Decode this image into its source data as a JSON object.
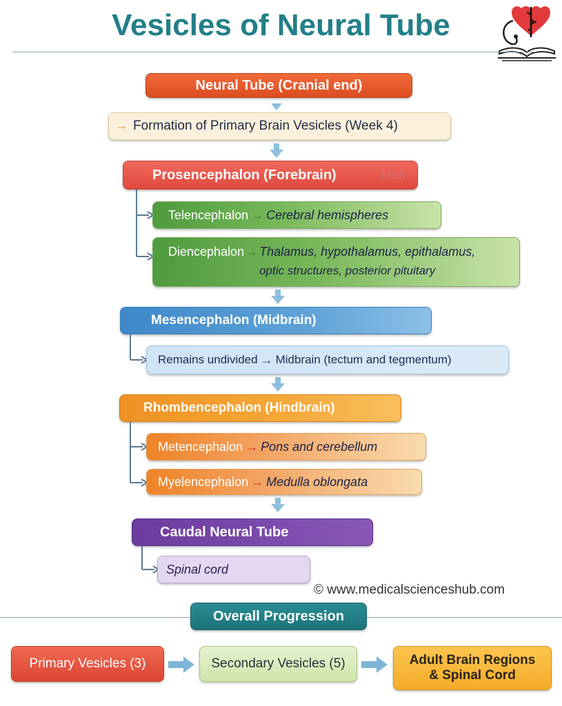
{
  "title": "Vesicles of Neural Tube",
  "neural_tube": "Neural Tube (Cranial end)",
  "formation": {
    "arrow": "→",
    "text": "Formation of Primary Brain Vesicles (Week 4)"
  },
  "prosencephalon": {
    "label": "Prosencephalon (Forebrain)",
    "watermark": "MSh",
    "children": [
      {
        "name": "Telencephalon",
        "arrow": "→",
        "result": "Cerebral hemispheres"
      },
      {
        "name": "Diencephalon",
        "arrow": "→",
        "result_line1": "Thalamus, hypothalamus, epithalamus,",
        "result_line2": "optic structures, posterior pituitary"
      }
    ]
  },
  "mesencephalon": {
    "label": "Mesencephalon (Midbrain)",
    "child": {
      "name": "Remains undivided",
      "arrow": "→",
      "result": "Midbrain (tectum and tegmentum)"
    }
  },
  "rhombencephalon": {
    "label": "Rhombencephalon (Hindbrain)",
    "children": [
      {
        "name": "Metencephalon",
        "arrow": "→",
        "result": "Pons and cerebellum"
      },
      {
        "name": "Myelencephalon",
        "arrow": "→",
        "result": "Medulla oblongata"
      }
    ]
  },
  "caudal": {
    "label": "Caudal Neural Tube",
    "child": "Spinal cord"
  },
  "credit": "© www.medicalscienceshub.com",
  "overall": {
    "label": "Overall Progression",
    "steps": [
      "Primary Vesicles (3)",
      "Secondary Vesicles (5)"
    ],
    "final_line1": "Adult Brain Regions",
    "final_line2": "& Spinal Cord"
  },
  "colors": {
    "title": "#227f88",
    "connector_arrow": "#8dbfdc",
    "tree_line": "#5b7a93"
  }
}
